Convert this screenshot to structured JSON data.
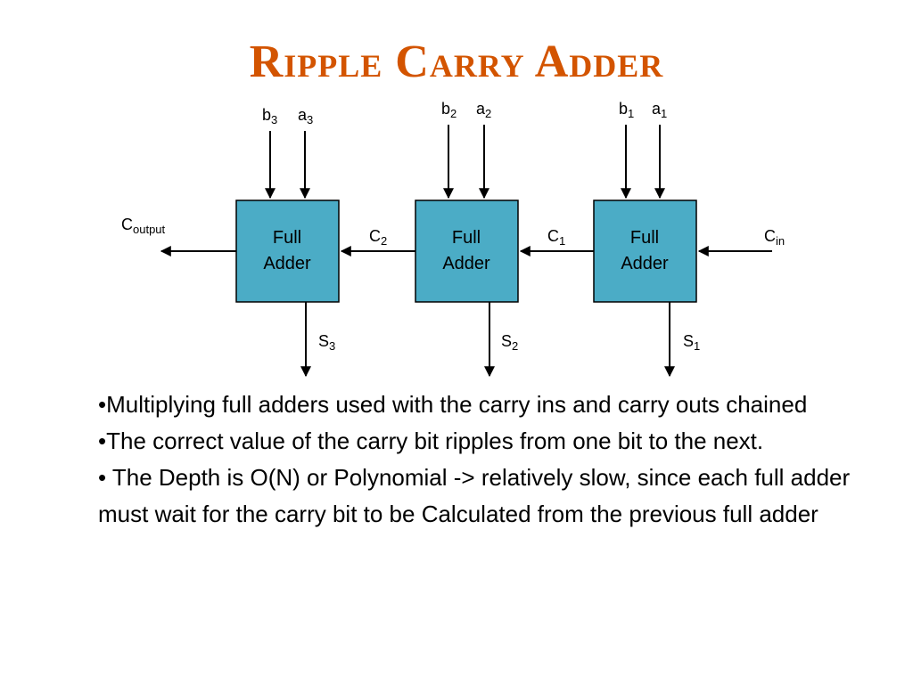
{
  "title": "Ripple Carry Adder",
  "adders": [
    {
      "line1": "Full",
      "line2": "Adder",
      "b": {
        "base": "b",
        "sub": "3"
      },
      "a": {
        "base": "a",
        "sub": "3"
      },
      "sum": {
        "base": "S",
        "sub": "3"
      }
    },
    {
      "line1": "Full",
      "line2": "Adder",
      "b": {
        "base": "b",
        "sub": "2"
      },
      "a": {
        "base": "a",
        "sub": "2"
      },
      "sum": {
        "base": "S",
        "sub": "2"
      }
    },
    {
      "line1": "Full",
      "line2": "Adder",
      "b": {
        "base": "b",
        "sub": "1"
      },
      "a": {
        "base": "a",
        "sub": "1"
      },
      "sum": {
        "base": "S",
        "sub": "1"
      }
    }
  ],
  "carries": {
    "c_output": {
      "base": "C",
      "sub": "output"
    },
    "c2": {
      "base": "C",
      "sub": "2"
    },
    "c1": {
      "base": "C",
      "sub": "1"
    },
    "c_in": {
      "base": "C",
      "sub": "in"
    }
  },
  "bullets": [
    "•Multiplying full adders used with the carry ins and carry outs chained",
    "•The correct value of the carry bit ripples from one bit to the next.",
    "• The Depth is O(N) or Polynomial -> relatively slow, since each full adder must wait for the carry bit to be Calculated from the previous full adder"
  ]
}
